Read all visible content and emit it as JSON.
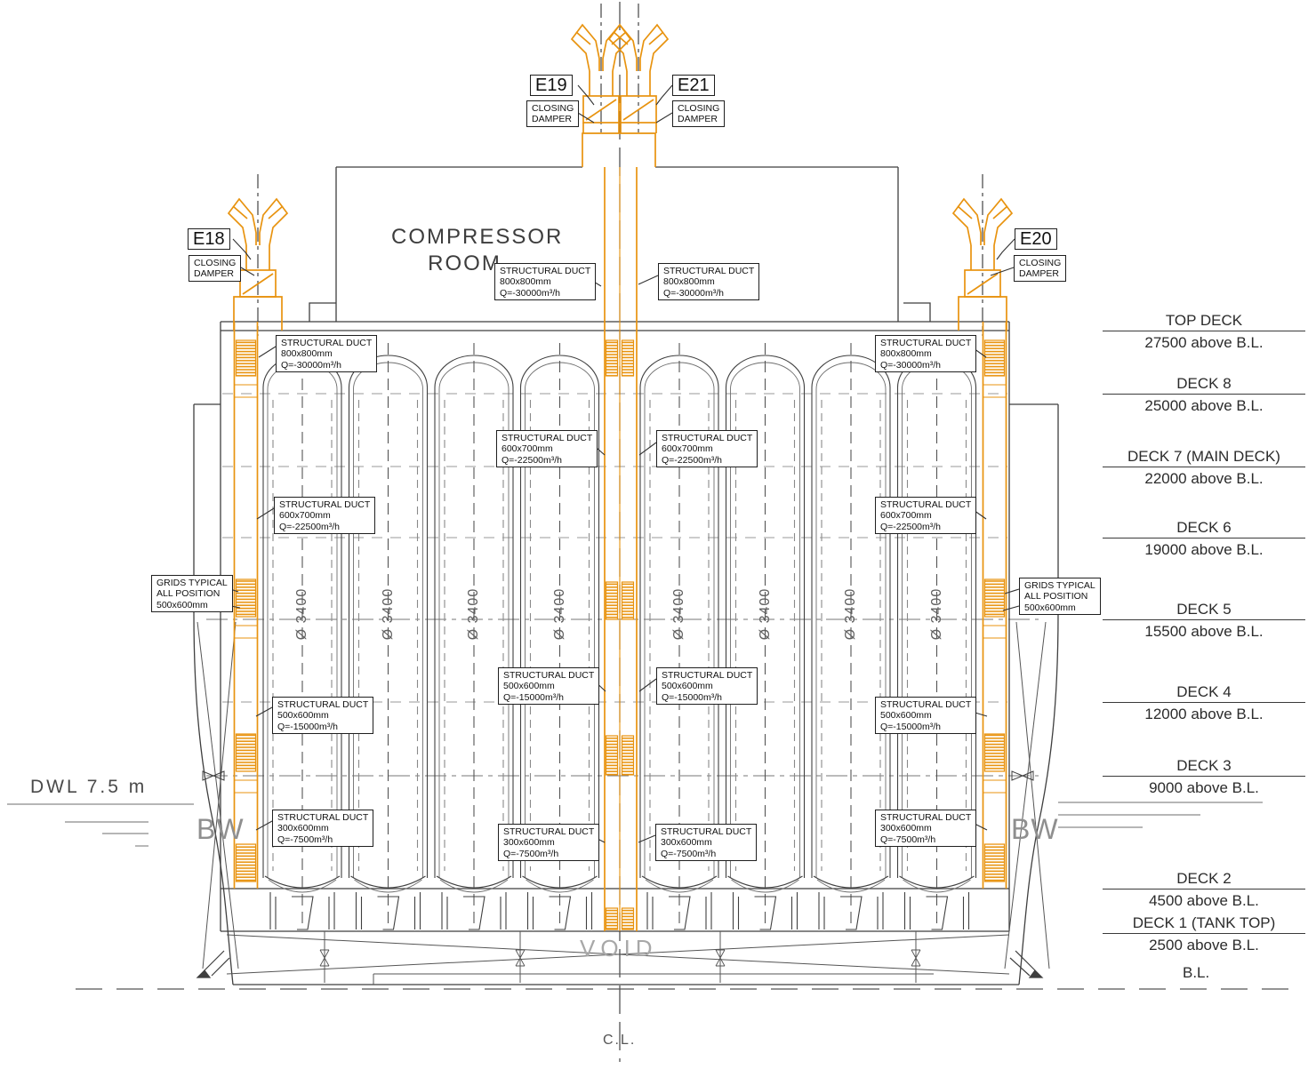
{
  "labels": {
    "compressor_room_line1": "COMPRESSOR",
    "compressor_room_line2": "ROOM",
    "void": "VOID",
    "center_line": "C.L.",
    "base_line": "B.L.",
    "waterline": "DWL 7.5 m",
    "bw": "BW",
    "tank_diameter": "Ø 3400"
  },
  "vents": {
    "e18": "E18",
    "e19": "E19",
    "e20": "E20",
    "e21": "E21",
    "closing_damper": [
      "CLOSING",
      "DAMPER"
    ]
  },
  "grids_note": [
    "GRIDS TYPICAL",
    "ALL POSITION",
    "500x600mm"
  ],
  "ducts": {
    "d800": {
      "title": "STRUCTURAL DUCT",
      "size": "800x800mm",
      "flow": "Q=-30000m³/h"
    },
    "d600": {
      "title": "STRUCTURAL DUCT",
      "size": "600x700mm",
      "flow": "Q=-22500m³/h"
    },
    "d500": {
      "title": "STRUCTURAL DUCT",
      "size": "500x600mm",
      "flow": "Q=-15000m³/h"
    },
    "d300": {
      "title": "STRUCTURAL DUCT",
      "size": "300x600mm",
      "flow": "Q=-7500m³/h"
    }
  },
  "decks": [
    {
      "name": "TOP DECK",
      "elevation": "27500 above B.L."
    },
    {
      "name": "DECK 8",
      "elevation": "25000 above B.L."
    },
    {
      "name": "DECK 7 (MAIN DECK)",
      "elevation": "22000 above B.L."
    },
    {
      "name": "DECK 6",
      "elevation": "19000 above B.L."
    },
    {
      "name": "DECK 5",
      "elevation": "15500 above B.L."
    },
    {
      "name": "DECK 4",
      "elevation": "12000 above B.L."
    },
    {
      "name": "DECK 3",
      "elevation": "9000 above B.L."
    },
    {
      "name": "DECK 2",
      "elevation": "4500 above B.L."
    },
    {
      "name": "DECK 1 (TANK TOP)",
      "elevation": "2500 above B.L."
    }
  ],
  "colors": {
    "duct_orange": "#E8930F",
    "line_dark": "#3C3C3C"
  }
}
